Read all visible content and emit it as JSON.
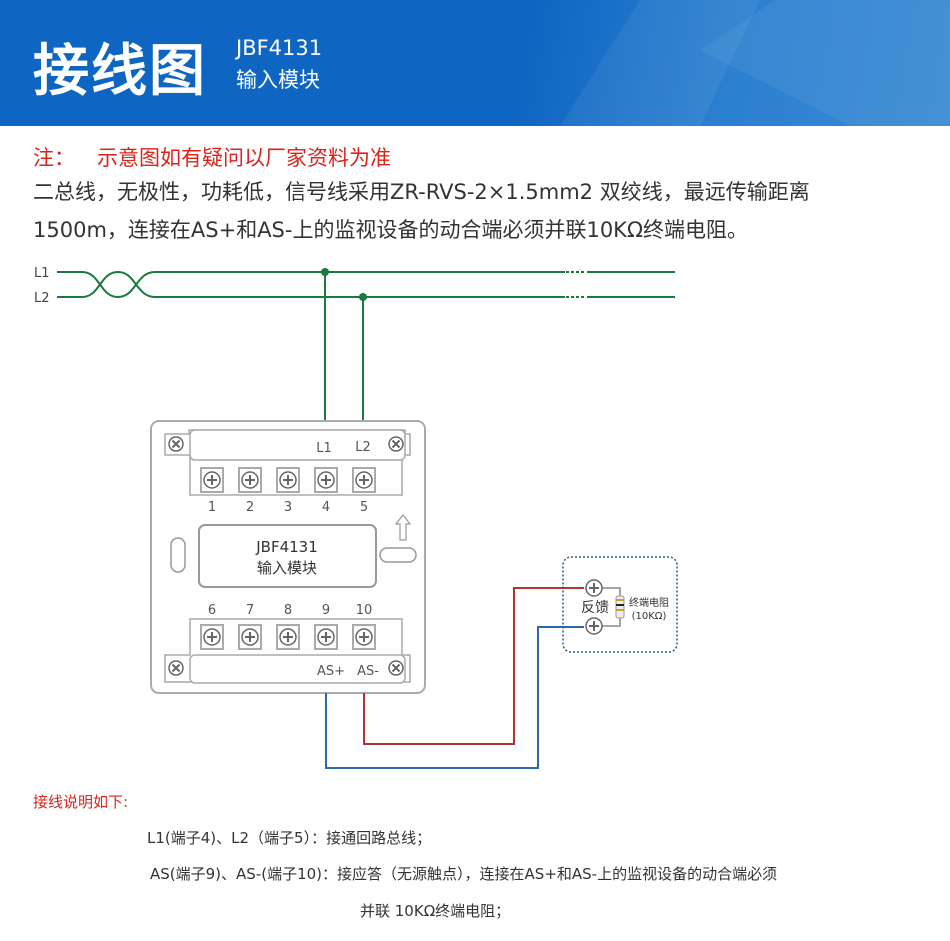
{
  "header": {
    "title": "接线图",
    "model": "JBF4131",
    "name": "输入模块"
  },
  "note": {
    "label": "注：",
    "text": "示意图如有疑问以厂家资料为准"
  },
  "description": [
    "二总线，无极性，功耗低，信号线采用ZR-RVS-2×1.5mm2 双绞线，最远传输距离",
    "1500m，连接在AS+和AS-上的监视设备的动合端必须并联10KΩ终端电阻。"
  ],
  "diagram": {
    "bus_labels": [
      "L1",
      "L2"
    ],
    "module": {
      "model": "JBF4131",
      "name": "输入模块",
      "top_labels": [
        "L1",
        "L2"
      ],
      "top_terminals": [
        "1",
        "2",
        "3",
        "4",
        "5"
      ],
      "bottom_terminals": [
        "6",
        "7",
        "8",
        "9",
        "10"
      ],
      "bottom_labels": [
        "AS+",
        "AS-"
      ]
    },
    "device": {
      "label": "反馈",
      "resistor_label": "终端电阻",
      "resistor_value": "(10KΩ)"
    },
    "colors": {
      "bus": "#1a7a3e",
      "red_wire": "#b5332e",
      "blue_wire": "#2a6aa8",
      "header": "#0f66c2"
    }
  },
  "notes": {
    "title": "接线说明如下:",
    "lines": [
      {
        "term": "L1(端子4)、L2（端子5）：",
        "text": "接通回路总线；"
      },
      {
        "term": "AS(端子9)、AS-(端子10)：",
        "text": "接应答（无源触点），连接在AS+和AS-上的监视设备的动合端必须"
      },
      {
        "term": "",
        "text": "并联 10KΩ终端电阻；"
      }
    ]
  }
}
